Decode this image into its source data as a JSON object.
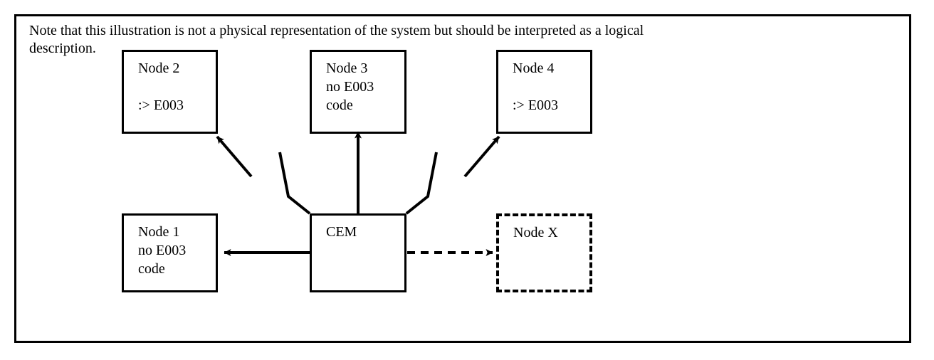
{
  "figure": {
    "note": "Note that this illustration is not a physical representation of the system but should be interpreted as a logical\ndescription.",
    "border_color": "#000000",
    "background_color": "#ffffff"
  },
  "nodes": [
    {
      "id": "node-2",
      "title": "Node 2",
      "line2": "",
      "line3": ":> E003",
      "style": "solid"
    },
    {
      "id": "node-3",
      "title": "Node 3",
      "line2": "no E003",
      "line3": "code",
      "style": "solid"
    },
    {
      "id": "node-4",
      "title": "Node 4",
      "line2": "",
      "line3": ":> E003",
      "style": "solid"
    },
    {
      "id": "node-1",
      "title": "Node 1",
      "line2": "no E003",
      "line3": "code",
      "style": "solid"
    },
    {
      "id": "cem",
      "title": "CEM",
      "line2": "",
      "line3": "",
      "style": "solid"
    },
    {
      "id": "node-x",
      "title": "Node X",
      "line2": "",
      "line3": "",
      "style": "dashed"
    }
  ],
  "connections": [
    {
      "id": "cem-to-node-2",
      "from": "cem",
      "to": "node-2",
      "style": "solid-broken",
      "arrow": "to-node-2"
    },
    {
      "id": "cem-to-node-3",
      "from": "cem",
      "to": "node-3",
      "style": "solid",
      "arrow": "to-node-3"
    },
    {
      "id": "cem-to-node-4",
      "from": "cem",
      "to": "node-4",
      "style": "solid-broken",
      "arrow": "to-node-4"
    },
    {
      "id": "cem-to-node-1",
      "from": "cem",
      "to": "node-1",
      "style": "solid",
      "arrow": "to-node-1"
    },
    {
      "id": "cem-to-node-x",
      "from": "cem",
      "to": "node-x",
      "style": "dashed",
      "arrow": "to-node-x"
    }
  ]
}
